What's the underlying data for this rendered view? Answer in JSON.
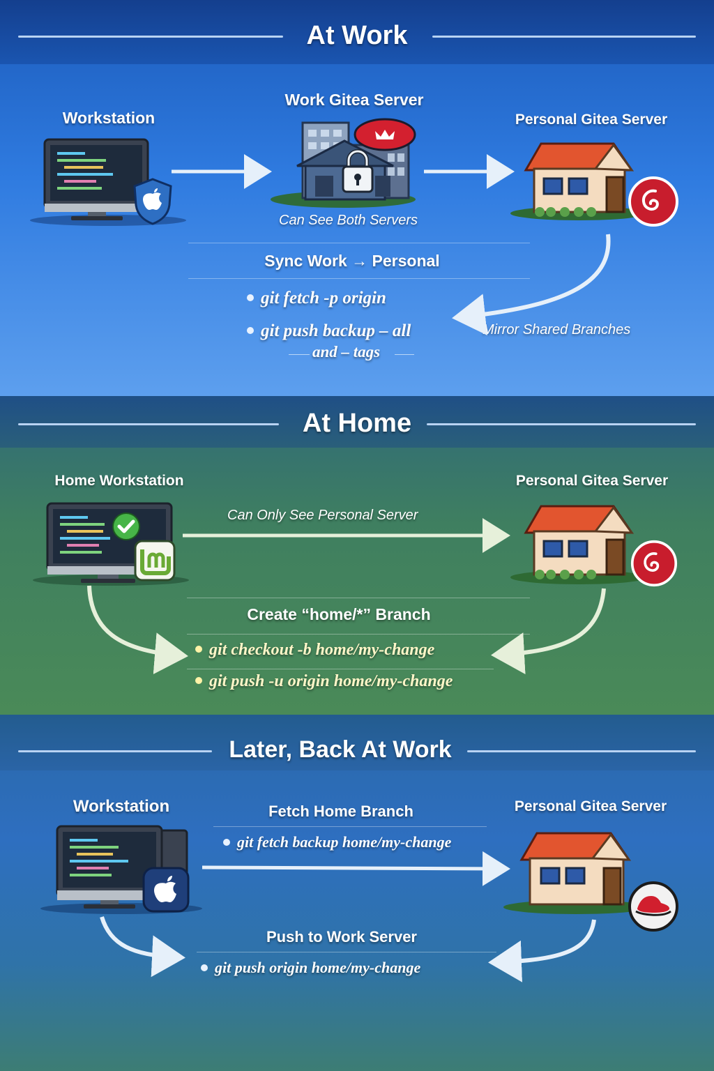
{
  "colors": {
    "bullet_blue": "#e8f2ff",
    "bullet_yellow": "#fff3a8",
    "arrow": "#e6f0fa"
  },
  "sections": {
    "work": {
      "title": "At Work",
      "workstation_label": "Workstation",
      "work_server_label": "Work Gitea Server",
      "work_server_caption": "Can See Both Servers",
      "personal_server_label": "Personal Gitea Server",
      "sync_heading": "Sync Work → Personal",
      "commands": [
        "git fetch -p origin",
        "git push backup – all"
      ],
      "command_continuation": "and – tags",
      "mirror_label": "Mirror Shared Branches",
      "icons": [
        "monitor-icon",
        "apple-shield-icon",
        "office-building-icon",
        "lock-icon",
        "gitea-badge-icon",
        "house-icon",
        "debian-swirl-icon"
      ]
    },
    "home": {
      "title": "At Home",
      "workstation_label": "Home Workstation",
      "personal_server_label": "Personal Gitea Server",
      "visibility_label": "Can Only See Personal Server",
      "branch_heading": "Create “home/*” Branch",
      "commands": [
        "git checkout -b home/my-change",
        "git push -u origin home/my-change"
      ],
      "icons": [
        "monitor-icon",
        "check-icon",
        "linux-mint-icon",
        "house-icon",
        "debian-swirl-icon"
      ]
    },
    "later": {
      "title": "Later, Back At Work",
      "workstation_label": "Workstation",
      "personal_server_label": "Personal Gitea Server",
      "fetch_heading": "Fetch Home Branch",
      "fetch_command": "git fetch backup home/my-change",
      "push_heading": "Push to Work Server",
      "push_command": "git push origin home/my-change",
      "icons": [
        "monitor-icon",
        "apple-icon",
        "house-icon",
        "redhat-icon"
      ]
    }
  }
}
